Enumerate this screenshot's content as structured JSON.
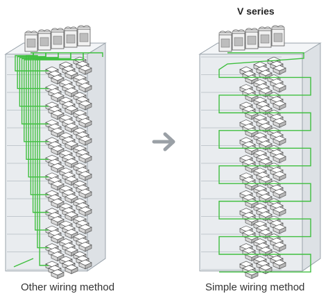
{
  "diagram": {
    "left": {
      "caption": "Other wiring method"
    },
    "right": {
      "title": "V series",
      "caption": "Simple wiring method"
    },
    "floors_per_building": 12,
    "units_per_floor": 9,
    "outdoor_units_per_building": 5,
    "arrow_icon": "arrow-right-icon",
    "colors": {
      "wiring": "#3fbf3f",
      "arrow": "#9aa0a6",
      "building_face": "#e9ecef",
      "building_edge": "#9aa3ab",
      "unit_fill": "#f7f7f7",
      "unit_stroke": "#5a5a5a"
    }
  }
}
